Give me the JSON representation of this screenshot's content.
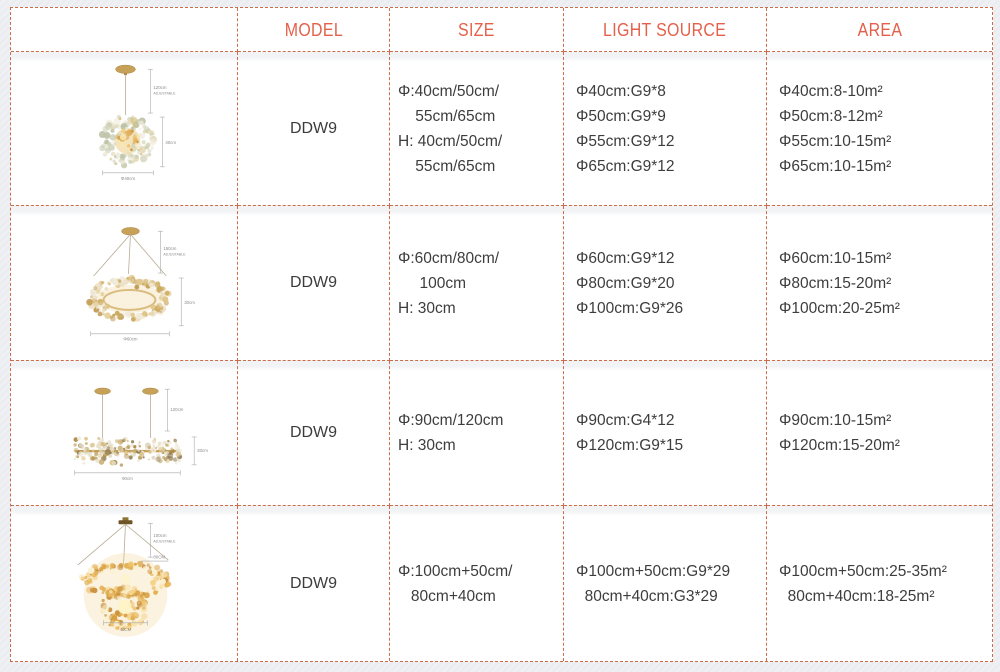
{
  "page_background": "#eef0f3",
  "accent": {
    "header_text_color": "#e4604a",
    "dashed_border_color": "#cd6b49",
    "body_text_color": "#3d3d3d"
  },
  "table": {
    "headers": {
      "image": "",
      "model": "MODEL",
      "size": "SIZE",
      "light_source": "LIGHT SOURCE",
      "area": "AREA"
    },
    "rows": [
      {
        "model": "DDW9",
        "size_lines": [
          "Φ:40cm/50cm/",
          "    55cm/65cm",
          "H: 40cm/50cm/",
          "    55cm/65cm"
        ],
        "light_lines": [
          "Φ40cm:G9*8",
          "Φ50cm:G9*9",
          "Φ55cm:G9*12",
          "Φ65cm:G9*12"
        ],
        "area_lines": [
          "Φ40cm:8-10m²",
          "Φ50cm:8-12m²",
          "Φ55cm:10-15m²",
          "Φ65cm:10-15m²"
        ],
        "annotations": {
          "drop1": "120cm",
          "drop2": "ADJUSTABLE",
          "dim1": "40cm",
          "dim2": "Φ40cm"
        }
      },
      {
        "model": "DDW9",
        "size_lines": [
          "Φ:60cm/80cm/",
          "     100cm",
          "H: 30cm"
        ],
        "light_lines": [
          "Φ60cm:G9*12",
          "Φ80cm:G9*20",
          "Φ100cm:G9*26"
        ],
        "area_lines": [
          "Φ60cm:10-15m²",
          "Φ80cm:15-20m²",
          "Φ100cm:20-25m²"
        ],
        "annotations": {
          "drop1": "150cm",
          "drop2": "ADJUSTABLE",
          "dim1": "30cm",
          "dim2": "Φ60cm"
        }
      },
      {
        "model": "DDW9",
        "size_lines": [
          "Φ:90cm/120cm",
          "H: 30cm"
        ],
        "light_lines": [
          "Φ90cm:G4*12",
          "Φ120cm:G9*15"
        ],
        "area_lines": [
          "Φ90cm:10-15m²",
          "Φ120cm:15-20m²"
        ],
        "annotations": {
          "drop1": "120cm",
          "drop2": "",
          "dim1": "30cm",
          "dim2": "90cm"
        }
      },
      {
        "model": "DDW9",
        "size_lines": [
          "Φ:100cm+50cm/",
          "   80cm+40cm"
        ],
        "light_lines": [
          "Φ100cm+50cm:G9*29",
          "  80cm+40cm:G3*29"
        ],
        "area_lines": [
          "Φ100cm+50cm:25-35m²",
          "  80cm+40cm:18-25m²"
        ],
        "annotations": {
          "drop1": "100cm",
          "drop2": "ADJUSTABLE",
          "dim1": "80CM",
          "dim2": "40CM"
        }
      }
    ]
  }
}
